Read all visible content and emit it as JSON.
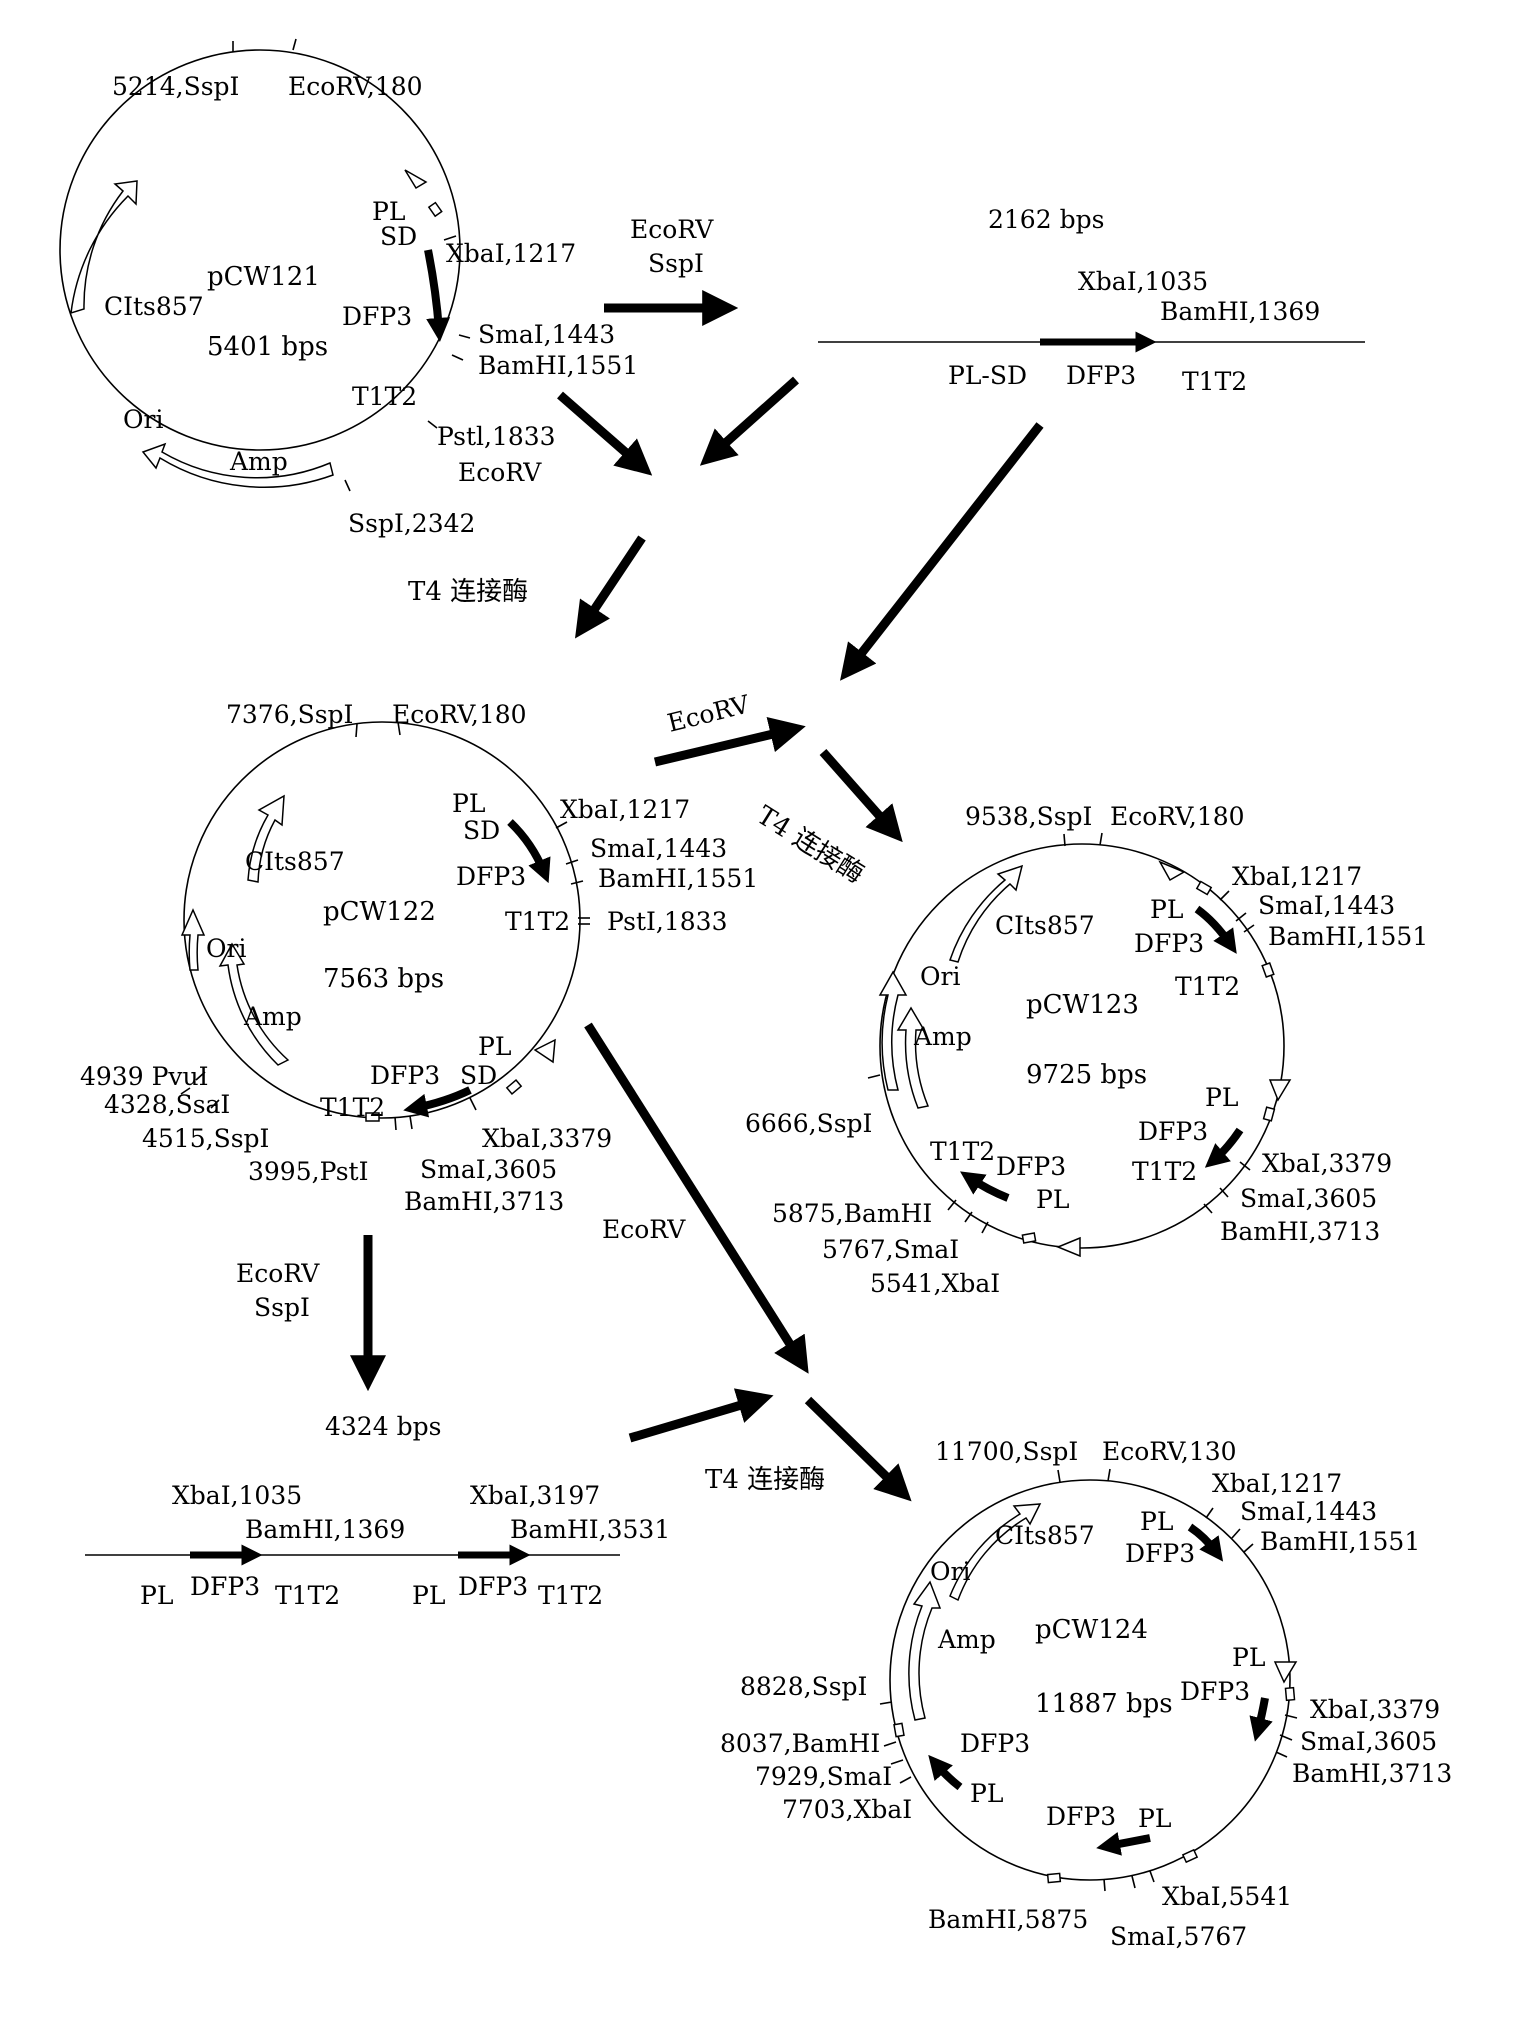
{
  "colors": {
    "ink": "#000000",
    "background": "#ffffff"
  },
  "pCW121": {
    "name": "pCW121",
    "size": "5401 bps",
    "pl": "PL",
    "sd": "SD",
    "dfp3": "DFP3",
    "t1t2": "T1T2",
    "clts": "CIts857",
    "ori": "Ori",
    "amp": "Amp",
    "site_sspi_top": "5214,SspI",
    "site_ecorv_top": "EcoRV,180",
    "site_xbai": "XbaI,1217",
    "site_smai": "SmaI,1443",
    "site_bamhi": "BamHI,1551",
    "site_psti": "Pstl,1833",
    "site_ecorv2": "EcoRV",
    "site_sspi_bottom": "SspI,2342"
  },
  "step1": {
    "enzyme1": "EcoRV",
    "enzyme2": "SspI"
  },
  "frag2162": {
    "size": "2162 bps",
    "xbai": "XbaI,1035",
    "bamhi": "BamHI,1369",
    "plsd": "PL-SD",
    "dfp3": "DFP3",
    "t1t2": "T1T2"
  },
  "ligase1": {
    "label": "T4 连接酶"
  },
  "pCW122": {
    "name": "pCW122",
    "size": "7563 bps",
    "pl1": "PL",
    "sd1": "SD",
    "dfp3_1": "DFP3",
    "t1t2_1": "T1T2",
    "pl2": "PL",
    "sd2": "SD",
    "dfp3_2": "DFP3",
    "t1t2_2": "T1T2",
    "clts": "CIts857",
    "ori": "Ori",
    "amp": "Amp",
    "site_sspi_top": "7376,SspI",
    "site_ecorv_top": "EcoRV,180",
    "site_xbai1": "XbaI,1217",
    "site_smai1": "SmaI,1443",
    "site_bamhi1": "BamHI,1551",
    "site_psti1": "PstI,1833",
    "site_pvui": "4939 PvuI",
    "site_ssai": "4328,SsaI",
    "site_sspi2": "4515,SspI",
    "site_psti2": "3995,PstI",
    "site_xbai2": "XbaI,3379",
    "site_smai2": "SmaI,3605",
    "site_bamhi2": "BamHI,3713"
  },
  "step2": {
    "enzyme": "EcoRV",
    "ligase": "T4 连接酶"
  },
  "pCW123": {
    "name": "pCW123",
    "size": "9725 bps",
    "clts": "CIts857",
    "ori": "Ori",
    "amp": "Amp",
    "site_sspi_top": "9538,SspI",
    "site_ecorv_top": "EcoRV,180",
    "site_xbai1": "XbaI,1217",
    "site_smai1": "SmaI,1443",
    "site_bamhi1": "BamHI,1551",
    "pl1": "PL",
    "dfp3_1": "DFP3",
    "t1t2_1": "T1T2",
    "pl2": "PL",
    "dfp3_2": "DFP3",
    "t1t2_2": "T1T2",
    "site_xbai2": "XbaI,3379",
    "site_smai2": "SmaI,3605",
    "site_bamhi2": "BamHI,3713",
    "site_sspi2": "6666,SspI",
    "t1t2_3": "T1T2",
    "dfp3_3": "DFP3",
    "pl3": "PL",
    "site_bamhi3": "5875,BamHI",
    "site_smai3": "5767,SmaI",
    "site_xbai3": "5541,XbaI"
  },
  "step3": {
    "enzyme1": "EcoRV",
    "enzyme2": "SspI",
    "ecorv_long": "EcoRV"
  },
  "frag4324": {
    "size": "4324 bps",
    "xbai1": "XbaI,1035",
    "bamhi1": "BamHI,1369",
    "xbai2": "XbaI,3197",
    "bamhi2": "BamHI,3531",
    "pl1": "PL",
    "dfp3_1": "DFP3",
    "t1t2_1": "T1T2",
    "pl2": "PL",
    "dfp3_2": "DFP3",
    "t1t2_2": "T1T2"
  },
  "ligase3": {
    "label": "T4 连接酶"
  },
  "pCW124": {
    "name": "pCW124",
    "size": "11887 bps",
    "clts": "CIts857",
    "ori": "Ori",
    "amp": "Amp",
    "site_sspi_top": "11700,SspI",
    "site_ecorv_top": "EcoRV,130",
    "site_xbai1": "XbaI,1217",
    "site_smai1": "SmaI,1443",
    "site_bamhi1": "BamHI,1551",
    "pl1": "PL",
    "dfp3_1": "DFP3",
    "pl2": "PL",
    "dfp3_2": "DFP3",
    "site_xbai2": "XbaI,3379",
    "site_smai2": "SmaI,3605",
    "site_bamhi2": "BamHI,3713",
    "site_sspi2": "8828,SspI",
    "site_bamhi3": "8037,BamHI",
    "site_smai3": "7929,SmaI",
    "site_xbai3": "7703,XbaI",
    "dfp3_3": "DFP3",
    "pl3": "PL",
    "dfp3_4": "DFP3",
    "pl4": "PL",
    "site_bamhi4": "BamHI,5875",
    "site_xbai4": "XbaI,5541",
    "site_smai4": "SmaI,5767"
  }
}
